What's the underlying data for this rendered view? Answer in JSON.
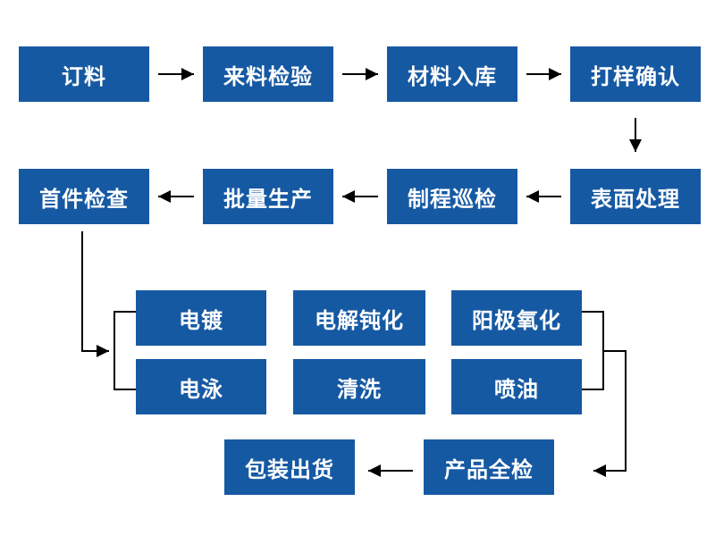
{
  "colors": {
    "box_fill": "#1659a3",
    "box_text": "#ffffff",
    "connector": "#000000",
    "background": "#ffffff"
  },
  "process": {
    "row1": [
      "订料",
      "来料检验",
      "材料入库",
      "打样确认"
    ],
    "row2": [
      "表面处理",
      "制程巡检",
      "批量生产",
      "首件检查"
    ],
    "treatments": [
      "电镀",
      "电解钝化",
      "阳极氧化",
      "电泳",
      "清洗",
      "喷油"
    ],
    "final": [
      "产品全检",
      "包装出货"
    ]
  }
}
